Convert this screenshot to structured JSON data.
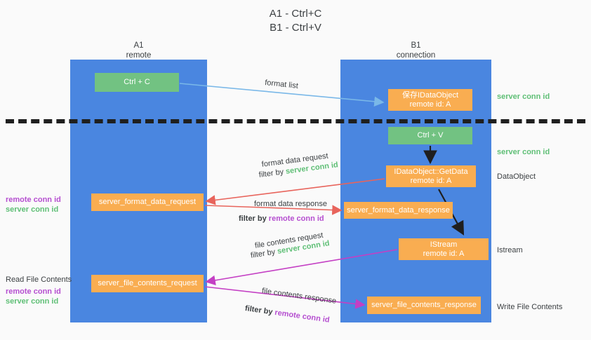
{
  "title": {
    "line1": "A1 - Ctrl+C",
    "line2": "B1 - Ctrl+V"
  },
  "columns": [
    {
      "name": "A1",
      "sub": "remote"
    },
    {
      "name": "B1",
      "sub": "connection"
    }
  ],
  "boxes": {
    "ctrl_c": "Ctrl + C",
    "idataobject": "保存IDataObject\nremote id: A",
    "ctrl_v": "Ctrl + V",
    "getdata": "IDataObject::GetData\nremote id: A",
    "server_format_data_request": "server_format_data_request",
    "server_format_data_response": "server_format_data_response",
    "istream": "IStream\nremote id: A",
    "server_file_contents_request": "server_file_contents_request",
    "server_file_contents_response": "server_file_contents_response"
  },
  "edge_labels": {
    "format_list": "format list",
    "format_data_request": "format data request",
    "format_data_request_filter_prefix": "filter by ",
    "format_data_request_filter_key": "server conn id",
    "format_data_response": "format data response",
    "format_data_response_filter_prefix": "filter by ",
    "format_data_response_filter_key": "remote conn id",
    "file_contents_request": "file contents request",
    "file_contents_request_filter_prefix": "filter by ",
    "file_contents_request_filter_key": "server conn id",
    "file_contents_response": "file contents response",
    "file_contents_response_filter_prefix": "filter by ",
    "file_contents_response_filter_key": "remote conn id"
  },
  "right_labels": {
    "server_conn_id_top": "server conn id",
    "server_conn_id_mid": "server conn id",
    "dataobject": "DataObject",
    "istream": "Istream",
    "write_file_contents": "Write File Contents"
  },
  "left_labels": {
    "remote_conn_id_1": "remote conn id",
    "server_conn_id_1": "server conn id",
    "read_file_contents": "Read File Contents",
    "remote_conn_id_2": "remote conn id",
    "server_conn_id_2": "server conn id"
  },
  "colors": {
    "lane": "#4a86e0",
    "green_box": "#72c282",
    "orange_box": "#f9ad51",
    "arrow_light_blue": "#7ab8e8",
    "arrow_red": "#e8645c",
    "arrow_magenta": "#c43fc4",
    "arrow_black": "#1f1f1f",
    "server_conn_id_text": "#5fbf76",
    "remote_conn_id_text": "#b54fd0",
    "background": "#fafafa"
  }
}
